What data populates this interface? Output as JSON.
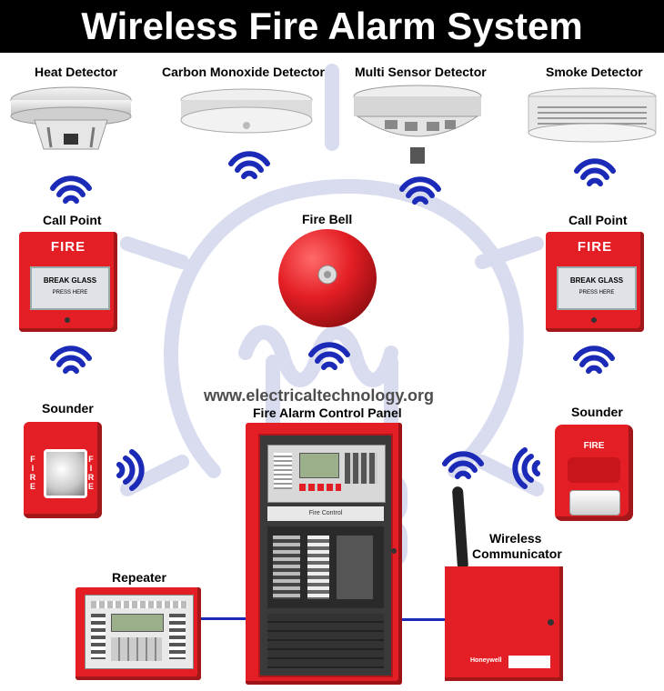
{
  "header": {
    "title": "Wireless Fire Alarm System"
  },
  "watermark": "www.electricaltechnology.org",
  "devices": {
    "heat_detector": "Heat Detector",
    "co_detector": "Carbon Monoxide Detector",
    "multi_sensor": "Multi Sensor Detector",
    "smoke_detector": "Smoke Detector",
    "call_point_left": "Call Point",
    "fire_bell": "Fire Bell",
    "call_point_right": "Call Point",
    "sounder_left": "Sounder",
    "control_panel": "Fire Alarm Control Panel",
    "sounder_right": "Sounder",
    "repeater": "Repeater",
    "wireless_communicator_line1": "Wireless",
    "wireless_communicator_line2": "Communicator"
  },
  "device_text": {
    "fire": "FIRE",
    "break_glass": "BREAK GLASS",
    "press_here": "PRESS HERE",
    "sounder_fire": "FIRE",
    "panel_brand": "Fire Control",
    "comm_brand": "Honeywell"
  },
  "colors": {
    "accent_red": "#e31e24",
    "wifi_blue": "#1b2bb8",
    "bulb_outline": "#d9dcef",
    "link_blue": "#1b2bb8"
  }
}
